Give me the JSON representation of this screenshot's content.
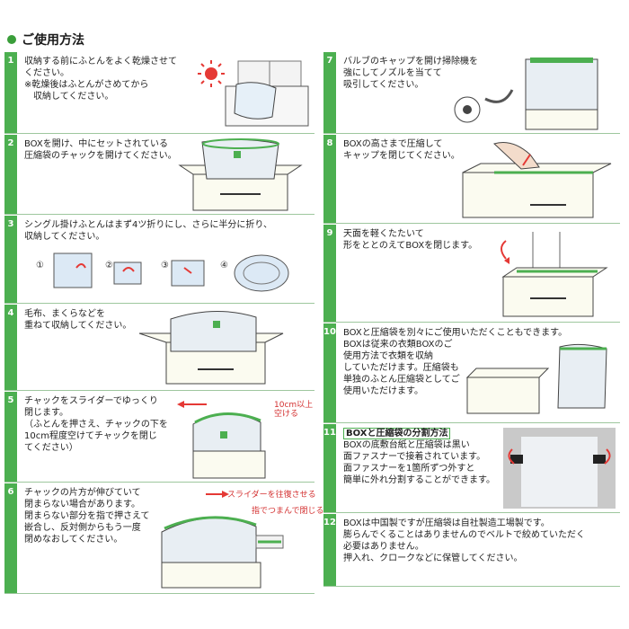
{
  "title": "ご使用方法",
  "left_steps": [
    {
      "num": "1",
      "text": "収納する前にふとんをよく乾燥させて\nください。\n※乾燥後はふとんがさめてから\n　収納してください。"
    },
    {
      "num": "2",
      "text": "BOXを開け、中にセットされている\n圧縮袋のチャックを開けてください。"
    },
    {
      "num": "3",
      "text": "シングル掛けふとんはまず4ツ折りにし、さらに半分に折り、\n収納してください。"
    },
    {
      "num": "4",
      "text": "毛布、まくらなどを\n重ねて収納してください。"
    },
    {
      "num": "5",
      "text": "チャックをスライダーでゆっくり\n閉じます。\n（ふとんを押さえ、チャックの下を\n10cm程度空けてチャックを閉じ\nてください）"
    },
    {
      "num": "6",
      "text": "チャックの片方が伸びていて\n閉まらない場合があります。\n閉まらない部分を指で押さえて\n嵌合し、反対側からもう一度\n閉めなおしてください。"
    }
  ],
  "right_steps": [
    {
      "num": "7",
      "text": "バルブのキャップを開け掃除機を\n強にしてノズルを当てて\n吸引してください。"
    },
    {
      "num": "8",
      "text": "BOXの高さまで圧縮して\nキャップを閉じてください。"
    },
    {
      "num": "9",
      "text": "天面を軽くたたいて\n形をととのえてBOXを閉じます。"
    },
    {
      "num": "10",
      "text": "BOXと圧縮袋を別々にご使用いただくこともできます。\nBOXは従来の衣類BOXのご\n使用方法で衣類を収納\nしていただけます。圧縮袋も\n単独のふとん圧縮袋としてご\n使用いただけます。"
    },
    {
      "num": "11",
      "heading": "BOXと圧縮袋の分割方法",
      "text": "BOXの底敷台紙と圧縮袋は黒い\n面ファスナーで接着されています。\n面ファスナーを1箇所ずつ外すと\n簡単に外れ分割することができます。"
    },
    {
      "num": "12",
      "text": "BOXは中国製ですが圧縮袋は自社製造工場製です。\n膨らんでくることはありませんのでベルトで絞めていただく\n必要はありません。\n押入れ、クロークなどに保管してください。"
    }
  ],
  "step3_markers": [
    "①",
    "②",
    "③",
    "④"
  ],
  "notes": {
    "step5": "10cm以上\n空ける",
    "step6_top": "スライダーを往復させる",
    "step6_bottom": "指でつまんで閉じる"
  },
  "colors": {
    "accent": "#4caf50",
    "note_red": "#d32f2f"
  }
}
